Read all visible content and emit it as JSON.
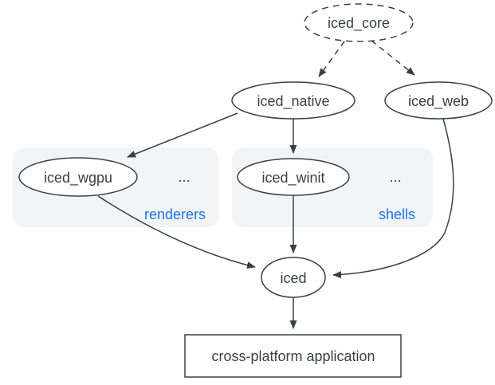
{
  "diagram": {
    "nodes": {
      "iced_core": {
        "label": "iced_core",
        "shape": "ellipse",
        "border": "dashed"
      },
      "iced_native": {
        "label": "iced_native",
        "shape": "ellipse",
        "border": "solid"
      },
      "iced_web": {
        "label": "iced_web",
        "shape": "ellipse",
        "border": "solid"
      },
      "iced_wgpu": {
        "label": "iced_wgpu",
        "shape": "ellipse",
        "border": "solid"
      },
      "iced_winit": {
        "label": "iced_winit",
        "shape": "ellipse",
        "border": "solid"
      },
      "iced": {
        "label": "iced",
        "shape": "ellipse",
        "border": "solid"
      },
      "app": {
        "label": "cross-platform application",
        "shape": "rectangle",
        "border": "solid"
      }
    },
    "groups": {
      "renderers": {
        "label": "renderers",
        "ellipsis": "...",
        "contains": [
          "iced_wgpu"
        ]
      },
      "shells": {
        "label": "shells",
        "ellipsis": "...",
        "contains": [
          "iced_winit"
        ]
      }
    },
    "edges": [
      {
        "from": "iced_core",
        "to": "iced_native",
        "style": "dashed"
      },
      {
        "from": "iced_core",
        "to": "iced_web",
        "style": "dashed"
      },
      {
        "from": "iced_native",
        "to": "iced_wgpu",
        "style": "solid"
      },
      {
        "from": "iced_native",
        "to": "iced_winit",
        "style": "solid"
      },
      {
        "from": "iced_wgpu",
        "to": "iced",
        "style": "solid"
      },
      {
        "from": "iced_winit",
        "to": "iced",
        "style": "solid"
      },
      {
        "from": "iced_web",
        "to": "iced",
        "style": "solid"
      },
      {
        "from": "iced",
        "to": "app",
        "style": "solid"
      }
    ],
    "colors": {
      "stroke": "#3c4043",
      "text": "#3c4043",
      "node_fill": "#ffffff",
      "group_bg": "#f3f4f8",
      "group_label": "#1a73e8",
      "background": "#ffffff"
    }
  }
}
